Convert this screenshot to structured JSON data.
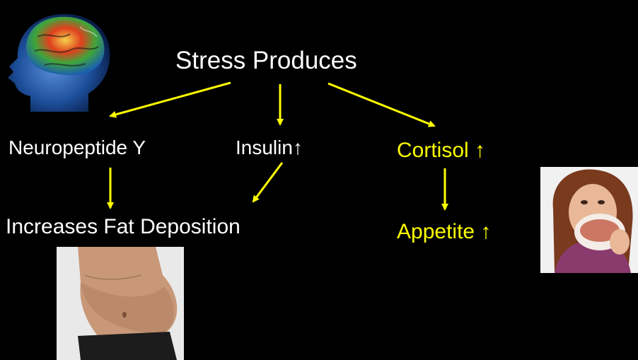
{
  "diagram": {
    "title": "Stress Produces",
    "nodes": {
      "neuropeptide": "Neuropeptide Y",
      "insulin": "Insulin↑",
      "cortisol": "Cortisol ↑",
      "fat": "Increases Fat Deposition",
      "appetite": "Appetite ↑"
    },
    "edges": [
      {
        "from": "Stress Produces",
        "to": "Neuropeptide Y"
      },
      {
        "from": "Stress Produces",
        "to": "Insulin"
      },
      {
        "from": "Stress Produces",
        "to": "Cortisol"
      },
      {
        "from": "Neuropeptide Y",
        "to": "Increases Fat Deposition"
      },
      {
        "from": "Insulin",
        "to": "Increases Fat Deposition"
      },
      {
        "from": "Cortisol",
        "to": "Appetite"
      }
    ]
  },
  "images": {
    "brain": "brain-head-illustration",
    "belly": "overweight-belly-photo",
    "woman": "woman-eating-cake-photo"
  },
  "colors": {
    "background": "#000000",
    "text_primary": "#ffffff",
    "accent": "#ffff00"
  }
}
